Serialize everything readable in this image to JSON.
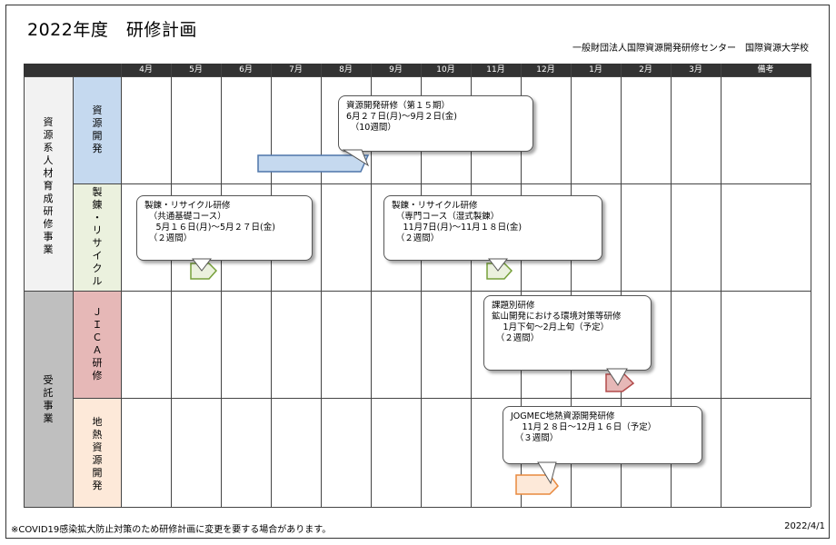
{
  "title": "2022年度　研修計画",
  "organization": "一般財団法人国際資源開発研修センター　国際資源大学校",
  "months": [
    "4月",
    "5月",
    "6月",
    "7月",
    "8月",
    "9月",
    "10月",
    "11月",
    "12月",
    "1月",
    "2月",
    "3月"
  ],
  "remarks_header": "備考",
  "categories": {
    "group1": "資\n源\n系\n人\n材\n育\n成\n研\n修\n事\n業",
    "group2": "受\n託\n事\n業",
    "row1": "資\n源\n開\n発",
    "row2": "製\n錬\n・\nリ\nサ\nイ\nク\nル",
    "row3": "Ｊ\nＩ\nＣ\nＡ\n研\n修",
    "row4": "地\n熱\n資\n源\n開\n発"
  },
  "callouts": {
    "c1": "資源開発研修（第１５期）\n6月２７日(月)～9月２日(金)\n　（10週間）",
    "c2": "製錬・リサイクル研修\n　（共通基礎コース）\n　 5月１６日(月)～5月２７日(金)\n　（２週間）",
    "c3": "製錬・リサイクル研修\n　（専門コース（湿式製錬）\n　 11月7日(月)～11月１８日(金)\n　（２週間）",
    "c4": "課題別研修\n鉱山開発における環境対策等研修\n　 1月下旬～2月上旬（予定）\n　（２週間）",
    "c5": "JOGMEC地熱資源開発研修\n　 11月２８日～12月１６日（予定）\n　（３週間）"
  },
  "colors": {
    "blue": "#c5d9ef",
    "blue_stroke": "#4f76aa",
    "green": "#ebf1de",
    "green_stroke": "#76a03a",
    "pink": "#e6b8b7",
    "pink_stroke": "#b24a4a",
    "peach": "#fde9d9",
    "peach_stroke": "#e8893e",
    "gray_light": "#f2f2f2",
    "gray_mid": "#bfbfbf"
  },
  "footer": {
    "note": "※COVID19感染拡大防止対策のため研修計画に変更を要する場合があります。",
    "date": "2022/4/1"
  }
}
